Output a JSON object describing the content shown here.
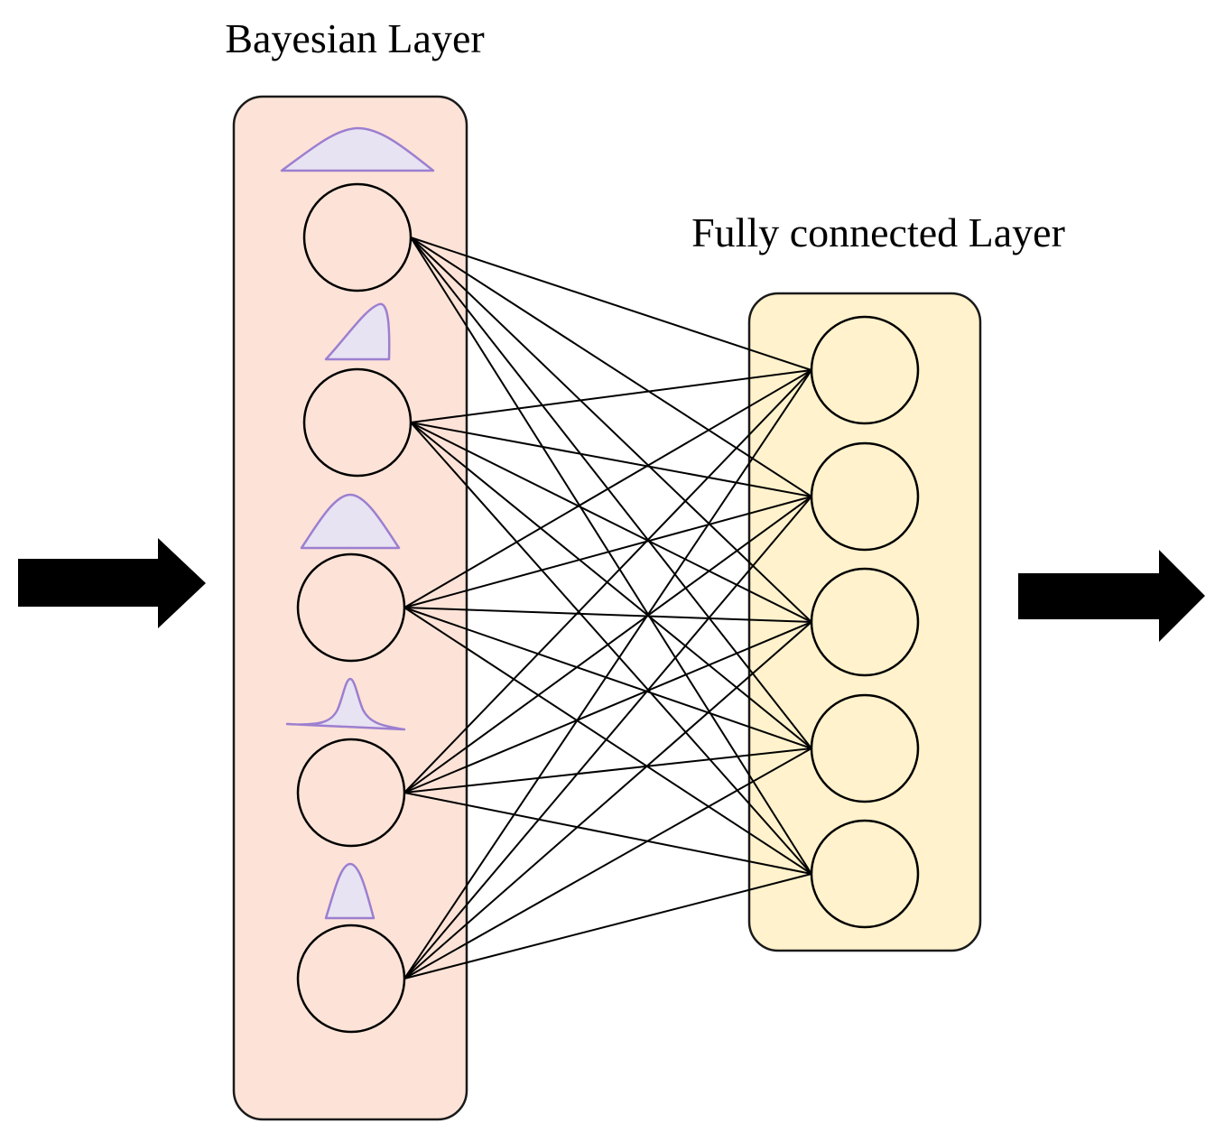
{
  "titles": {
    "bayesian_layer": "Bayesian Layer",
    "fully_connected_layer": "Fully connected Layer"
  },
  "layers": {
    "bayesian": {
      "neuron_count": 5
    },
    "fully_connected": {
      "neuron_count": 5
    }
  },
  "distributions": [
    {
      "shape": "wide-gaussian"
    },
    {
      "shape": "right-skewed"
    },
    {
      "shape": "gaussian"
    },
    {
      "shape": "narrow-gaussian"
    },
    {
      "shape": "narrow-gaussian"
    }
  ],
  "connectivity": "fully-connected",
  "arrows": [
    "input-arrow",
    "output-arrow"
  ],
  "colors": {
    "bayesian_fill": "#fde3d7",
    "fully_connected_fill": "#fff2cc",
    "distribution_stroke": "#9c7fd0",
    "distribution_fill": "#e8e3f2",
    "line": "#000000"
  }
}
